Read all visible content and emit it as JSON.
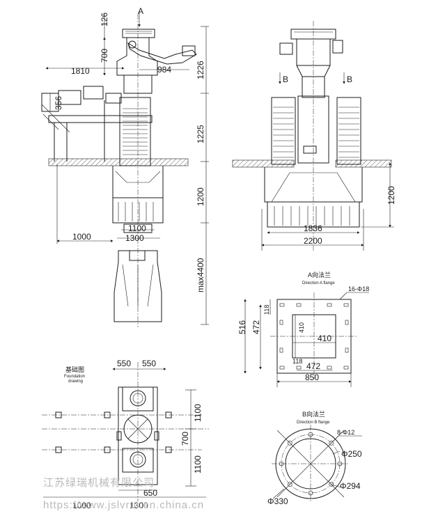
{
  "views": {
    "side": {
      "arrow_a": "A",
      "dims": {
        "d126": "126",
        "d700": "700",
        "d1810": "1810",
        "d984": "984",
        "d1226": "1226",
        "d356": "356",
        "d1225": "1225",
        "d1200": "1200",
        "d1000": "1000",
        "d1100": "1100",
        "d1300": "1300",
        "dmax4400": "max4400"
      }
    },
    "front": {
      "arrow_b1": "B",
      "arrow_b2": "B",
      "dims": {
        "d1200": "1200",
        "d1836": "1836",
        "d2200": "2200"
      }
    },
    "flange_a": {
      "title_cn": "A向法兰",
      "title_en": "Direction A flange",
      "holes": "16-Φ18",
      "dims": {
        "d118_top": "118",
        "d516": "516",
        "d472_v": "472",
        "d410_v": "410",
        "d410_h": "410",
        "d118_bottom": "118",
        "d472_h": "472",
        "d850": "850"
      }
    },
    "foundation": {
      "title_cn": "基础图",
      "title_en1": "Foundation",
      "title_en2": "drawing",
      "dims": {
        "d550_left": "550",
        "d550_right": "550",
        "d1100_top": "1100",
        "d700": "700",
        "d1100_bottom": "1100",
        "d650": "650",
        "d1000": "1000",
        "d1300": "1300"
      }
    },
    "flange_b": {
      "title_cn": "B向法兰",
      "title_en": "Direction B flange",
      "holes": "8-Φ12",
      "dims": {
        "d250": "Φ250",
        "d294": "Φ294",
        "d330": "Φ330"
      }
    }
  },
  "watermark": {
    "line1": "江苏绿瑞机械有限公司",
    "line2": "https://www.jslvrui.en.china.cn"
  }
}
